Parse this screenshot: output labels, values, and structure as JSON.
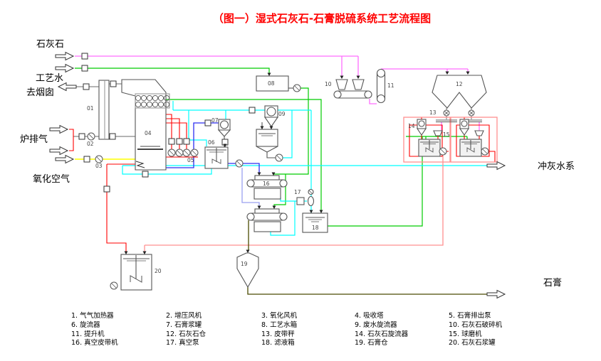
{
  "title": "（图一）湿式石灰石-石膏脱硫系统工艺流程图",
  "io_labels": {
    "limestone": "石灰石",
    "process_water": "工艺水",
    "to_chimney": "去烟囱",
    "furnace_exhaust": "炉排气",
    "oxidation_air": "氧化空气",
    "ash_flush_water": "冲灰水系",
    "gypsum": "石膏"
  },
  "equipment_numbers": {
    "e01": "01",
    "e02": "02",
    "e03": "03",
    "e04": "04",
    "e05": "05",
    "e06": "06",
    "e07": "07",
    "e08": "08",
    "e09": "09",
    "e10": "10",
    "e11": "11",
    "e12": "12",
    "e13": "13",
    "e14": "14",
    "e15": "15",
    "e16": "16",
    "e17": "17",
    "e18": "18",
    "e19": "19",
    "e20": "20"
  },
  "legend": {
    "items": [
      "1.  气气加热器",
      "2.  增压风机",
      "3.  氧化风机",
      "4.  吸收塔",
      "5.  石膏排出泵",
      "6.  旋流器",
      "7.  石膏浆罐",
      "8.  工艺水箱",
      "9.  废水旋流器",
      "10.  石灰石破碎机",
      "11.  提升机",
      "12.  石灰石仓",
      "13.  皮带秤",
      "14.  石灰石旋流器",
      "15.  球磨机",
      "16.  真空皮带机",
      "17.  真空泵",
      "18.  滤液箱",
      "19.  石膏仓",
      "20.  石灰石浆罐"
    ]
  },
  "colors": {
    "title": "#ff0000",
    "magenta": "#ff6dff",
    "green": "#00cc00",
    "gray": "#888888",
    "red": "#ff0000",
    "salmon": "#ff9090",
    "yellow": "#ffff00",
    "cyan": "#00ffff",
    "blue": "#2e2ef0",
    "periwinkle": "#9aa0f0",
    "olive": "#4a4a00",
    "equipment": "#555555"
  }
}
